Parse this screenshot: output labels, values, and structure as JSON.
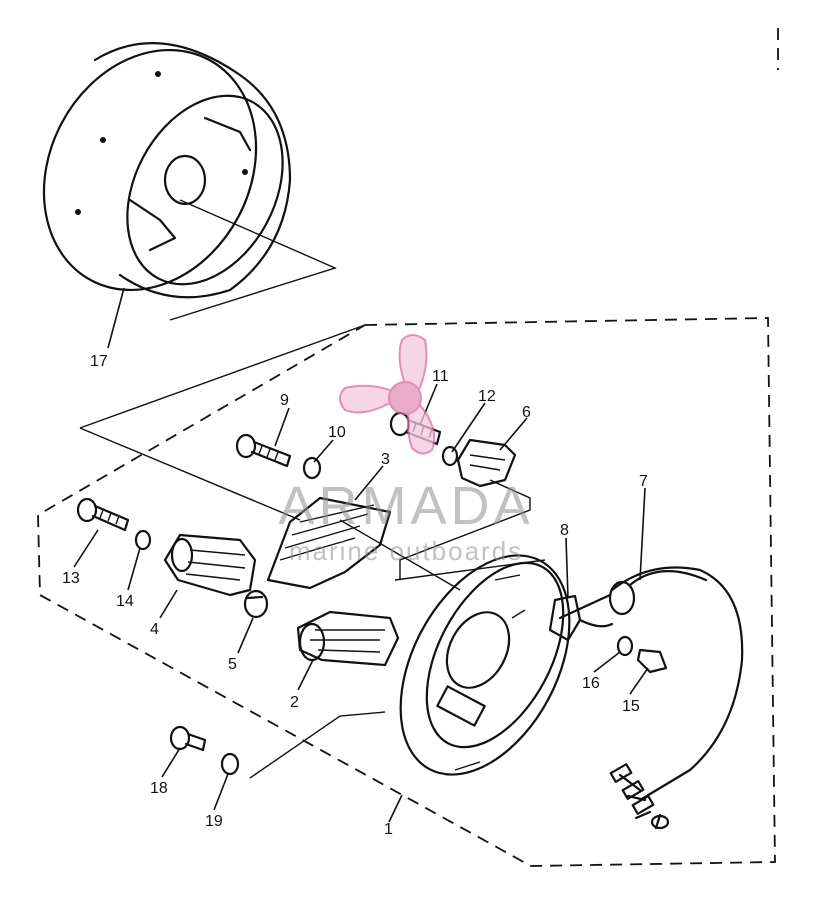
{
  "diagram": {
    "callouts": [
      "1",
      "2",
      "3",
      "4",
      "5",
      "6",
      "7",
      "8",
      "9",
      "10",
      "11",
      "12",
      "13",
      "14",
      "15",
      "16",
      "17",
      "18",
      "19"
    ]
  },
  "watermark": {
    "brand": "ARMADA",
    "tagline": "marine outboards",
    "logo": "propeller-logo",
    "logo_color": "#e58fb8"
  }
}
